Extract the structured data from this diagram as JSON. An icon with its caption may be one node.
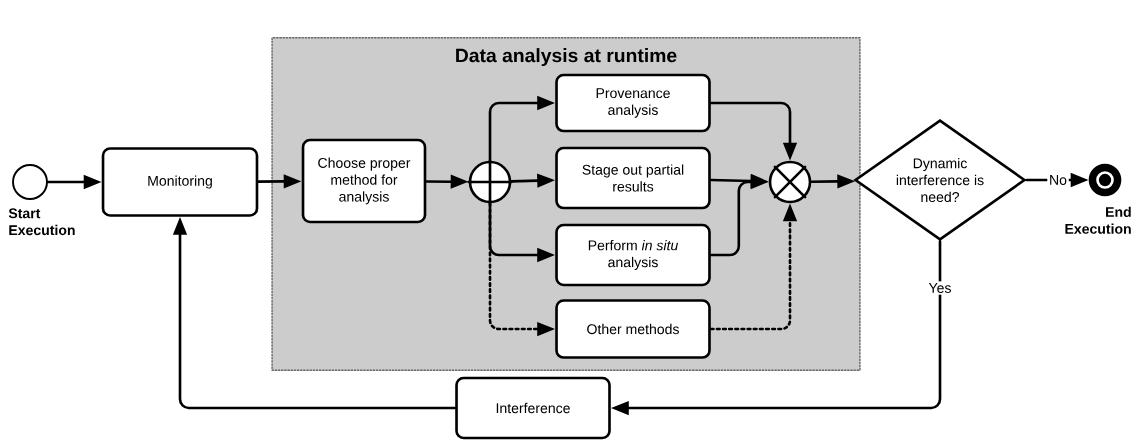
{
  "diagram": {
    "nodes": [
      {
        "text": [],
        "shape": "circle",
        "beside": [
          "Start Execution"
        ]
      },
      {
        "text": [
          "Monitoring"
        ]
      },
      {
        "text": [
          "Data analysis at runtime"
        ]
      },
      {
        "text": [
          "Choose proper method for analysis"
        ],
        "in": 2
      },
      {
        "text": [],
        "shape": "circle",
        "in": 2
      },
      {
        "text": [
          "Provenance analysis"
        ],
        "in": 2
      },
      {
        "text": [
          "Stage out partial results"
        ],
        "in": 2
      },
      {
        "text": [
          "Perform *in situ* analysis"
        ],
        "in": 2
      },
      {
        "text": [
          "Other methods"
        ],
        "in": 2
      },
      {
        "text": [],
        "shape": "circle",
        "in": 2
      },
      {
        "text": [
          "Dynamic interference is need?"
        ]
      },
      {
        "text": [],
        "shape": "circle",
        "beside": [
          "End Execution"
        ]
      },
      {
        "text": [
          "Interference"
        ]
      }
    ],
    "edges": [
      {
        "from": 0,
        "to": 1,
        "arrow": "to"
      },
      {
        "from": 1,
        "to": 3,
        "arrow": "to"
      },
      {
        "from": 3,
        "to": 4,
        "arrow": "to"
      },
      {
        "from": 4,
        "to": 5,
        "arrow": "to"
      },
      {
        "from": 4,
        "to": 6,
        "arrow": "to"
      },
      {
        "from": 4,
        "to": 7,
        "arrow": "to"
      },
      {
        "from": 4,
        "to": 8,
        "arrow": "to",
        "style": "dashed"
      },
      {
        "from": 5,
        "to": 9,
        "arrow": "to"
      },
      {
        "from": 6,
        "to": 9,
        "arrow": "to"
      },
      {
        "from": 7,
        "to": 9,
        "arrow": "to"
      },
      {
        "from": 8,
        "to": 9,
        "arrow": "to",
        "style": "dashed"
      },
      {
        "from": 9,
        "to": 10,
        "arrow": "to"
      },
      {
        "from": 10,
        "to": 11,
        "arrow": "to",
        "label": "No"
      },
      {
        "from": 10,
        "to": 12,
        "arrow": "to",
        "label": "Yes"
      },
      {
        "from": 12,
        "to": 1,
        "arrow": "to"
      }
    ]
  }
}
